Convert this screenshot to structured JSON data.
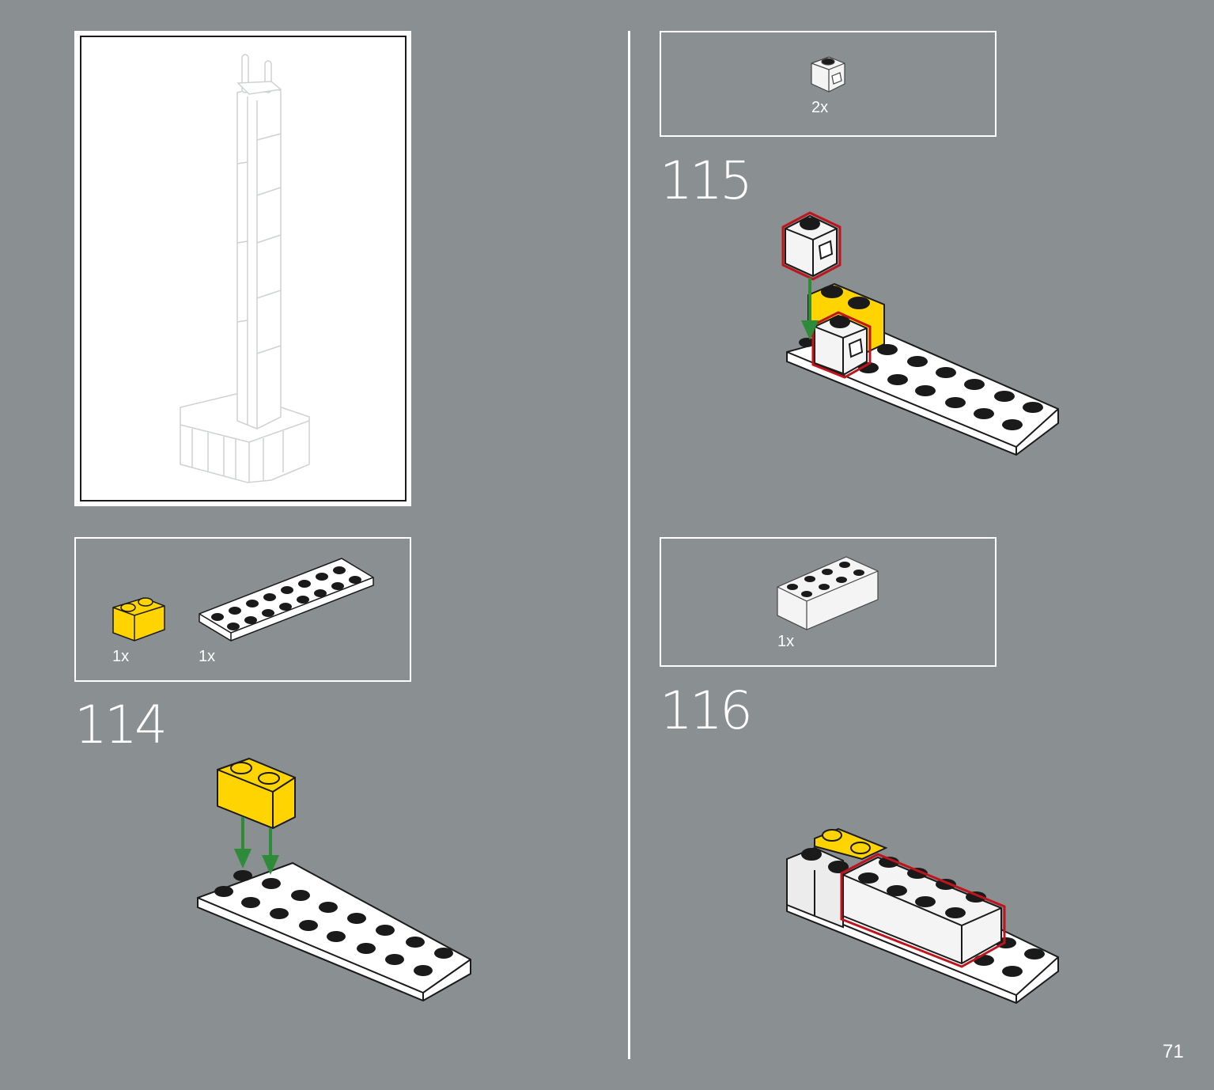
{
  "page": {
    "number": "71"
  },
  "steps": [
    {
      "number": "114",
      "parts": [
        {
          "qty": "1x",
          "name": "yellow-brick-1x2"
        },
        {
          "qty": "1x",
          "name": "white-plate-2x8"
        }
      ]
    },
    {
      "number": "115",
      "parts": [
        {
          "qty": "2x",
          "name": "white-brick-1x1-with-clip"
        }
      ]
    },
    {
      "number": "116",
      "parts": [
        {
          "qty": "1x",
          "name": "white-brick-2x4"
        }
      ]
    }
  ],
  "colors": {
    "background": "#8a9091",
    "frame": "#ffffff",
    "yellow": "#ffd400",
    "highlight": "#c0141c",
    "arrow": "#2e8b3a"
  }
}
